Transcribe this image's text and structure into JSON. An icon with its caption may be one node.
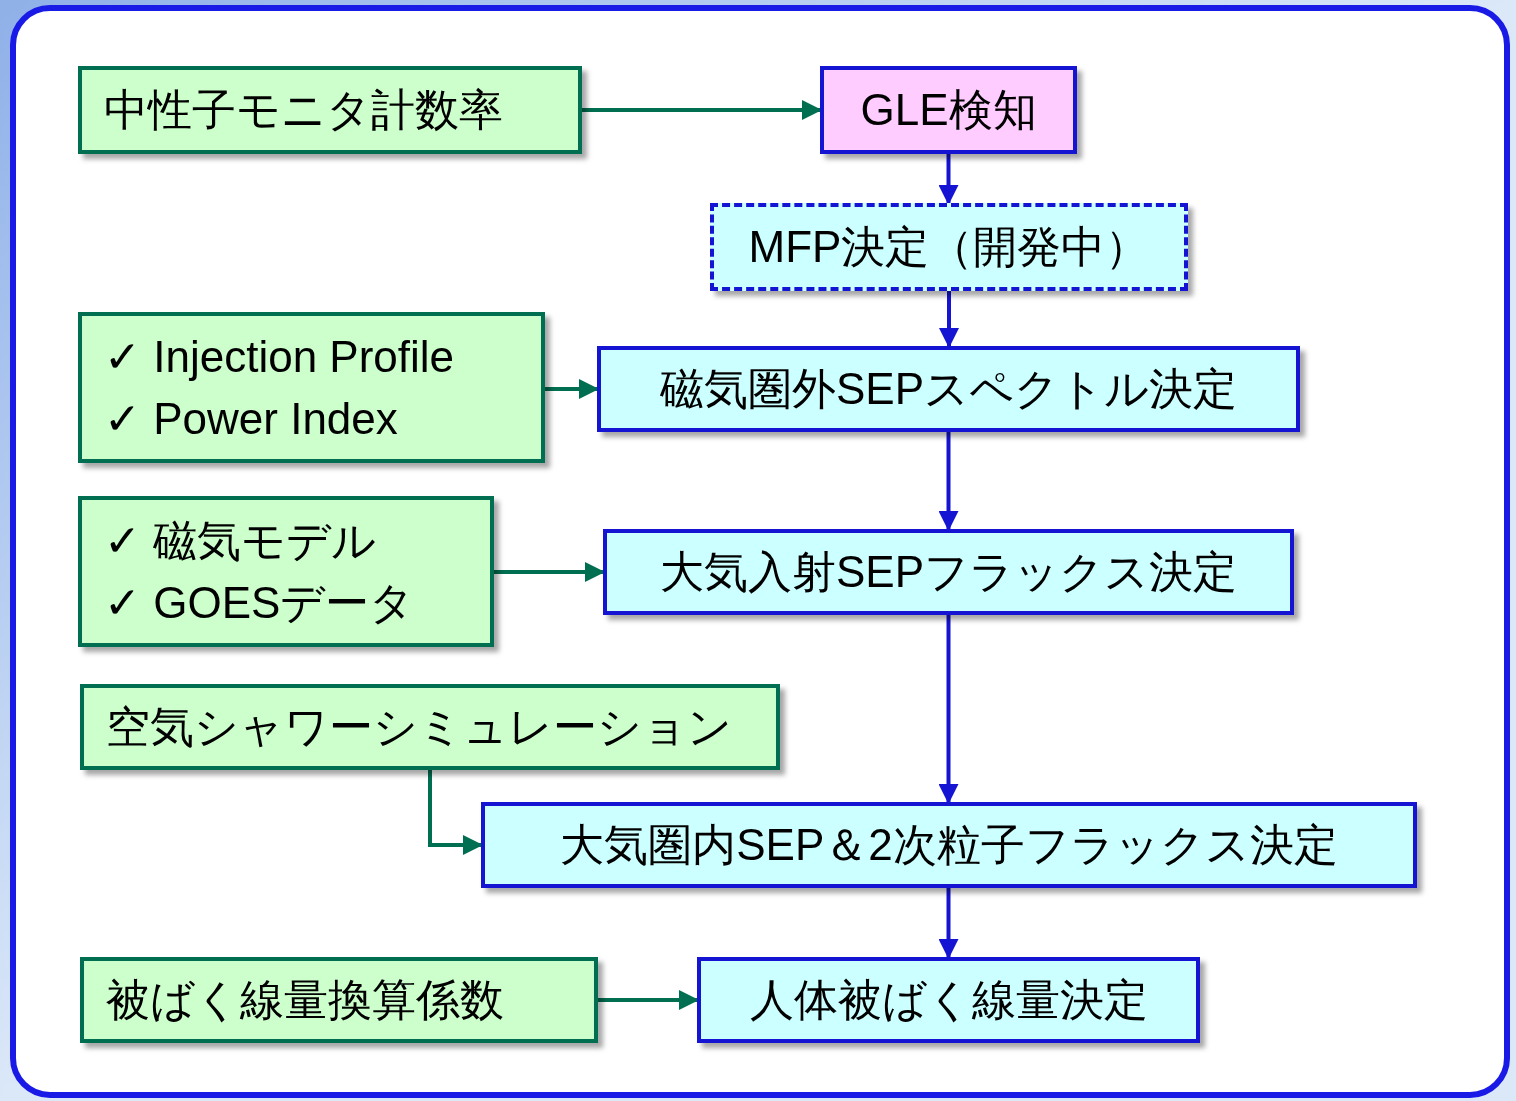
{
  "diagram": {
    "nodes": [
      {
        "text": [
          "中性子モニタ計数率"
        ]
      },
      {
        "text": [
          "GLE検知"
        ]
      },
      {
        "text": [
          "MFP決定（開発中）"
        ]
      },
      {
        "text": [
          "✓ Injection Profile",
          "✓ Power Index"
        ]
      },
      {
        "text": [
          "磁気圏外SEPスペクトル決定"
        ]
      },
      {
        "text": [
          "✓ 磁気モデル",
          "✓ GOESデータ"
        ]
      },
      {
        "text": [
          "大気入射SEPフラックス決定"
        ]
      },
      {
        "text": [
          "空気シャワーシミュレーション"
        ]
      },
      {
        "text": [
          "大気圏内SEP＆2次粒子フラックス決定"
        ]
      },
      {
        "text": [
          "被ばく線量換算係数"
        ]
      },
      {
        "text": [
          "人体被ばく線量決定"
        ]
      }
    ],
    "edges": [
      {
        "from": 0,
        "to": 1,
        "arrow": "to",
        "color": "#006e50"
      },
      {
        "from": 1,
        "to": 2,
        "arrow": "to",
        "color": "#1414d2"
      },
      {
        "from": 2,
        "to": 4,
        "arrow": "to",
        "color": "#1414d2"
      },
      {
        "from": 3,
        "to": 4,
        "arrow": "to",
        "color": "#006e50"
      },
      {
        "from": 4,
        "to": 6,
        "arrow": "to",
        "color": "#1414d2"
      },
      {
        "from": 5,
        "to": 6,
        "arrow": "to",
        "color": "#006e50"
      },
      {
        "from": 6,
        "to": 8,
        "arrow": "to",
        "color": "#1414d2"
      },
      {
        "from": 7,
        "to": 8,
        "arrow": "to",
        "color": "#006e50"
      },
      {
        "from": 8,
        "to": 10,
        "arrow": "to",
        "color": "#1414d2"
      },
      {
        "from": 9,
        "to": 10,
        "arrow": "to",
        "color": "#006e50"
      }
    ]
  }
}
